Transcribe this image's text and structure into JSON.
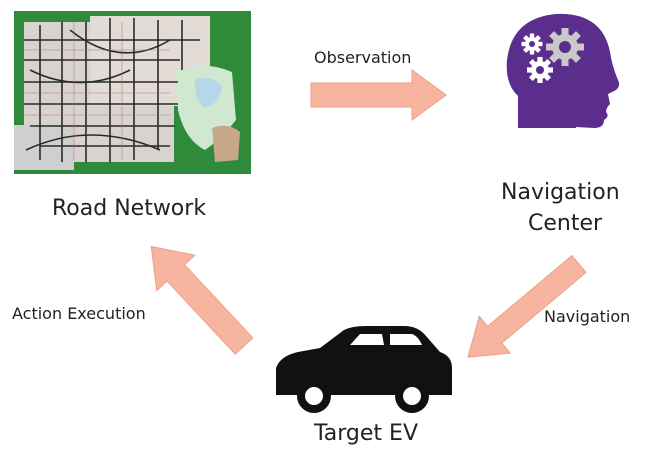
{
  "nodes": {
    "road_network": {
      "label": "Road Network"
    },
    "navigation_center": {
      "label_line1": "Navigation",
      "label_line2": "Center"
    },
    "target_ev": {
      "label": "Target EV"
    }
  },
  "edges": {
    "observation": {
      "label": "Observation"
    },
    "navigation": {
      "label": "Navigation"
    },
    "action_execution": {
      "label": "Action Execution"
    }
  },
  "colors": {
    "arrow_fill": "#f7b5a0",
    "arrow_stroke": "#ee9f86",
    "brain_purple": "#5b2d8c",
    "gear_gray": "#c9c9c9",
    "map_green": "#2f8a3a",
    "car_black": "#111111"
  },
  "icons": {
    "road_network": "city-road-map-image",
    "navigation_center": "head-with-gears-icon",
    "target_ev": "car-icon"
  }
}
